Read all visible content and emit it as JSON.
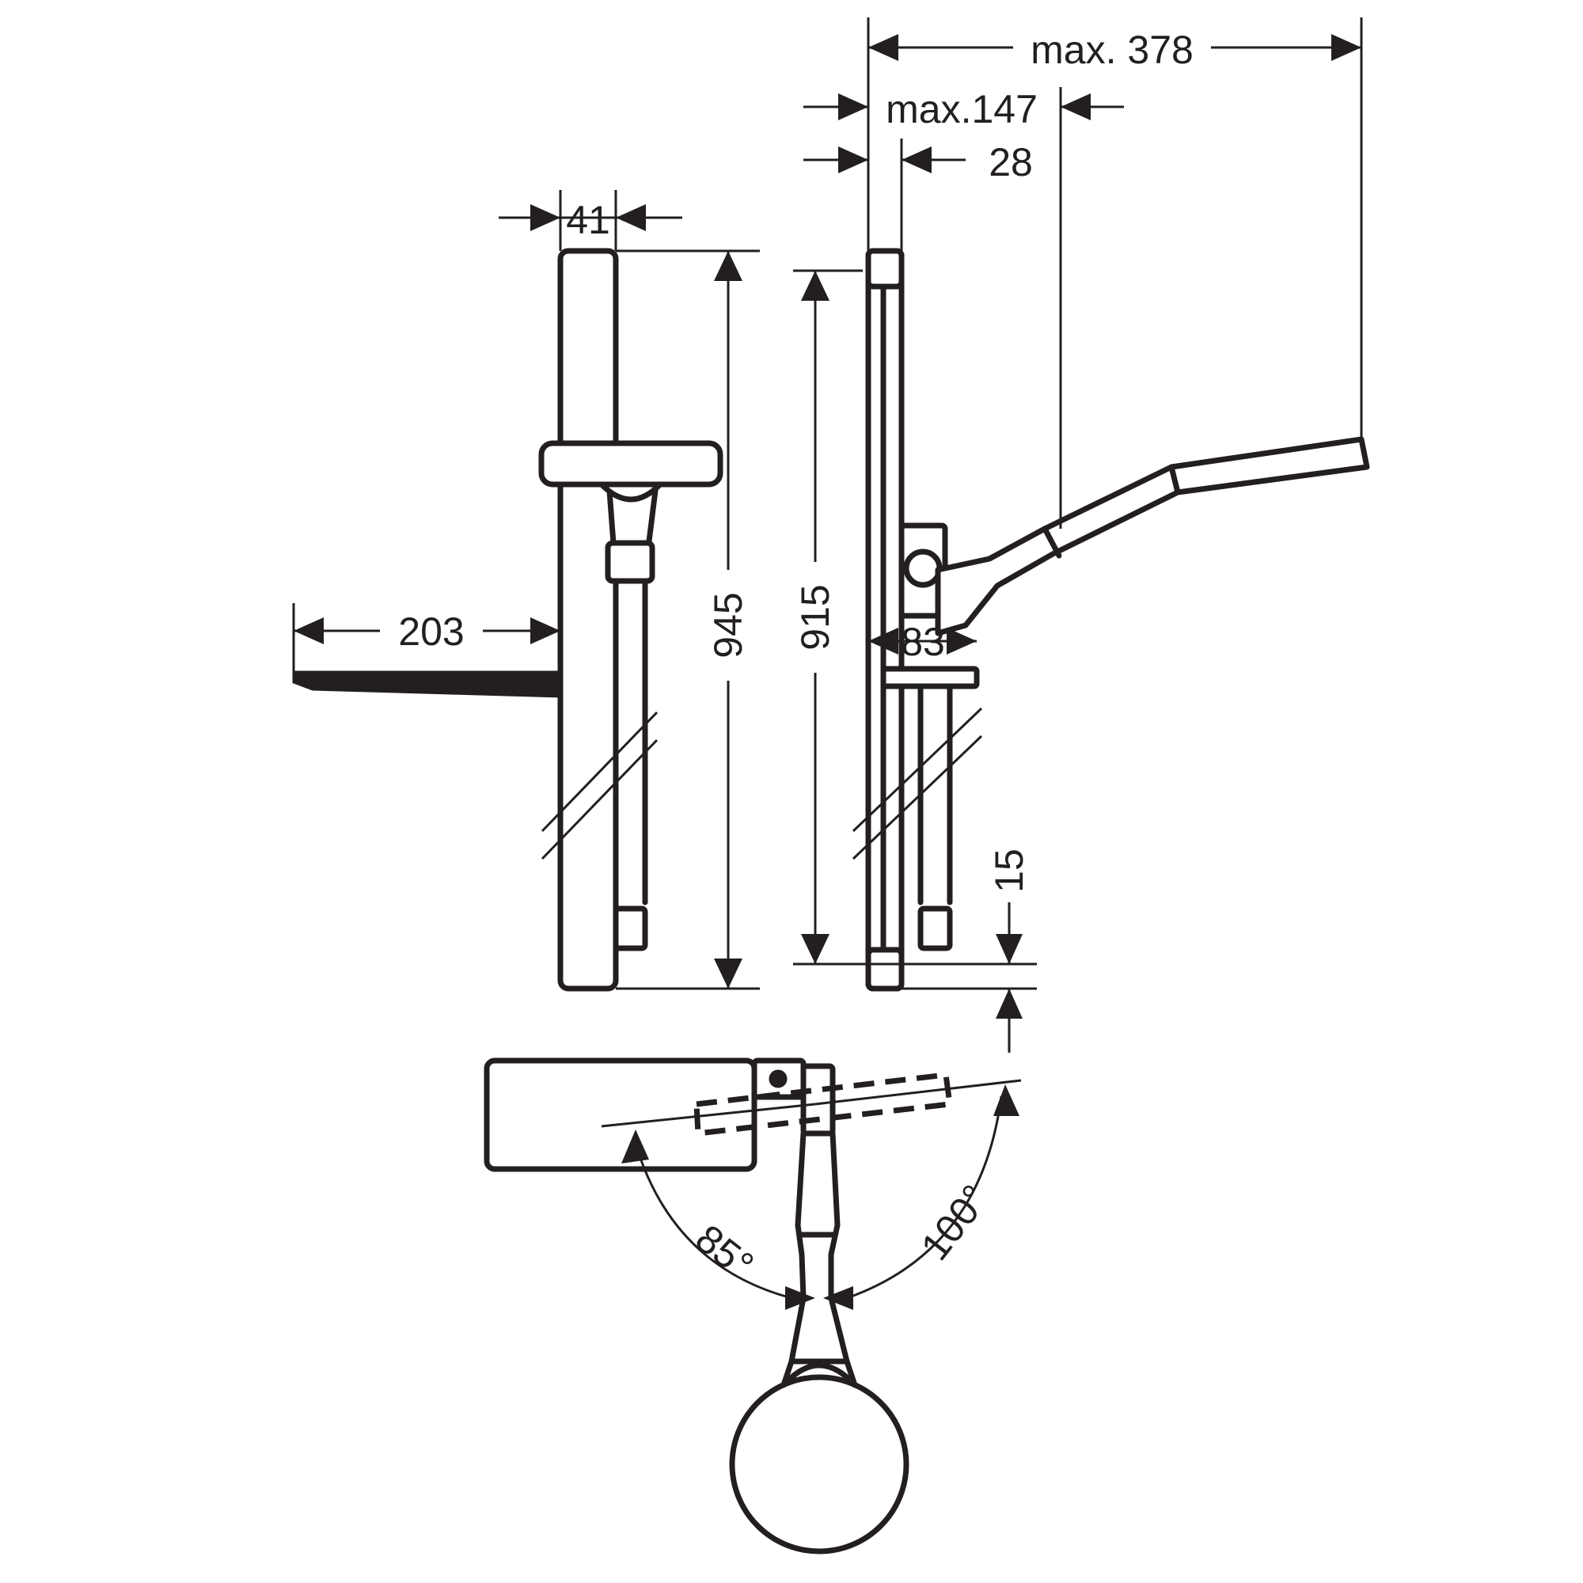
{
  "dimensions": {
    "width_rail": "41",
    "height_total": "945",
    "shelf_depth": "203",
    "height_rail": "915",
    "max_width": "max. 378",
    "max_depth": "max.147",
    "depth_rail": "28",
    "holder_depth": "83",
    "offset": "15",
    "angle_left": "85°",
    "angle_right": "100°"
  },
  "colors": {
    "line": "#231f20",
    "background": "#ffffff"
  }
}
